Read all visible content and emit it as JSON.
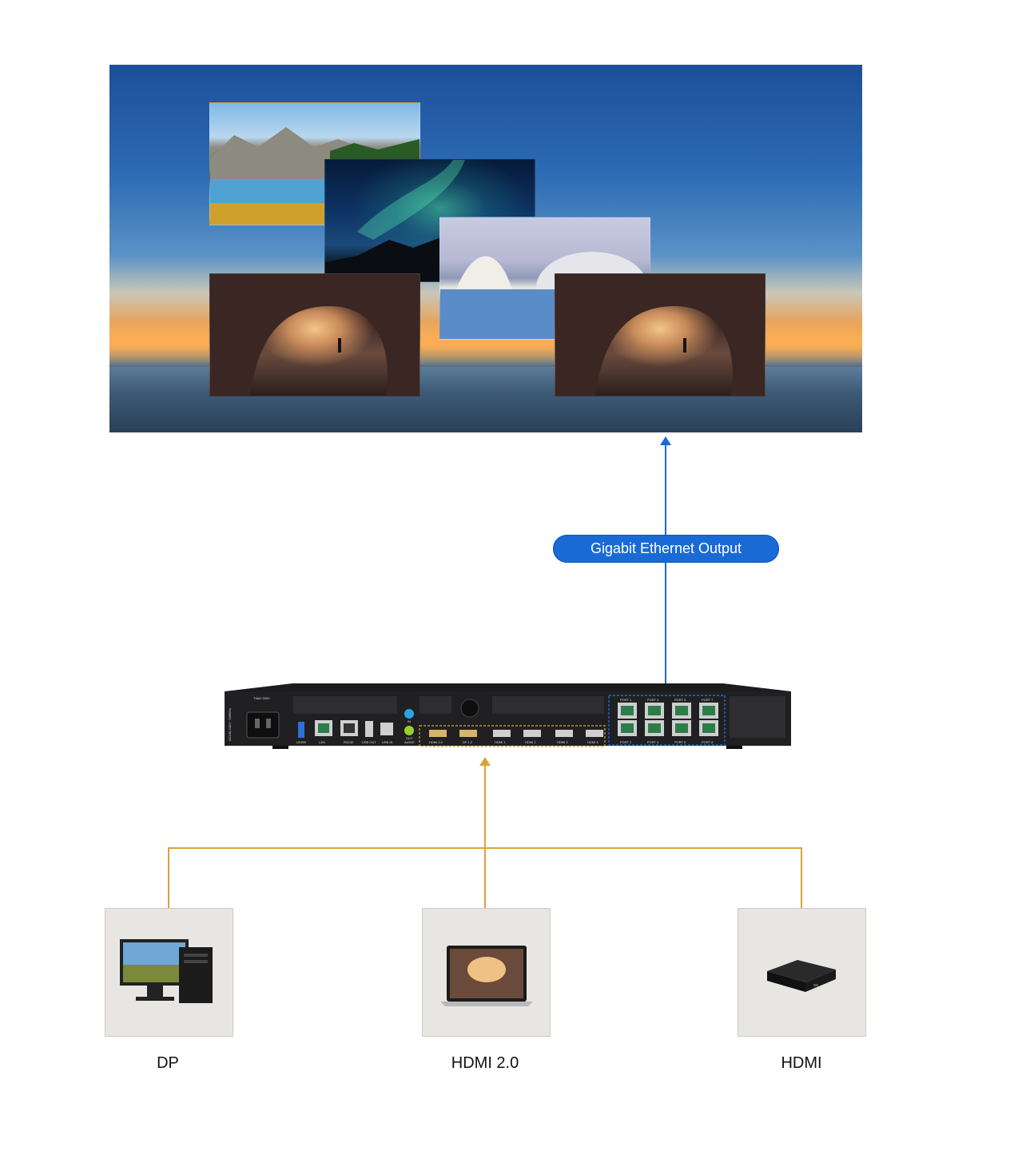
{
  "output": {
    "label": "Gigabit Ethernet Output",
    "color": "#1a6ad6"
  },
  "input_color": "#d9a43c",
  "device": {
    "power_rating": "T4AH 250V",
    "voltage": "AC100-240V~ 50/60Hz",
    "rear_labels": [
      "UDISK",
      "LAN",
      "RS232",
      "USB OUT",
      "USB IN"
    ],
    "audio": [
      "IN",
      "OUT",
      "AUDIO"
    ],
    "inputs": [
      "HDMI 2.0",
      "DP 1.2",
      "HDMI 1",
      "HDMI 2",
      "HDMI 3",
      "HDMI 4"
    ],
    "ports_top": [
      "PORT 1",
      "PORT 3",
      "PORT 5",
      "PORT 7"
    ],
    "ports_bottom": [
      "PORT 2",
      "PORT 4",
      "PORT 6",
      "PORT 8"
    ]
  },
  "sources": [
    {
      "label": "DP",
      "icon": "desktop-computer-icon"
    },
    {
      "label": "HDMI 2.0",
      "icon": "laptop-icon"
    },
    {
      "label": "HDMI",
      "icon": "media-box-icon"
    }
  ]
}
